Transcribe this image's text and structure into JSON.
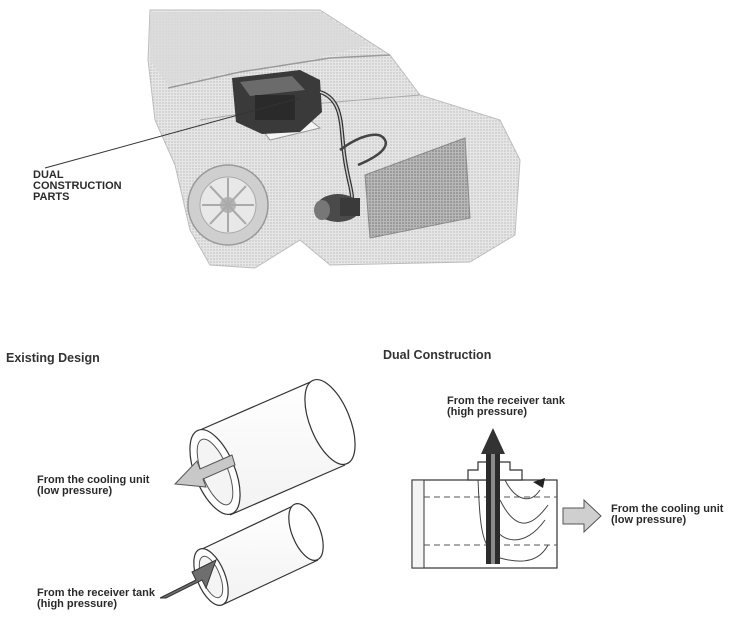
{
  "top_figure": {
    "callout_lines": [
      "DUAL",
      "CONSTRUCTION",
      "PARTS"
    ]
  },
  "existing_design": {
    "heading": "Existing Design",
    "outlet_label": [
      "From the cooling unit",
      "(low pressure)"
    ],
    "inlet_label": [
      "From the receiver tank",
      "(high pressure)"
    ]
  },
  "dual_construction": {
    "heading": "Dual Construction",
    "inlet_label": [
      "From the receiver tank",
      "(high pressure)"
    ],
    "outlet_label": [
      "From the cooling unit",
      "(low pressure)"
    ]
  }
}
